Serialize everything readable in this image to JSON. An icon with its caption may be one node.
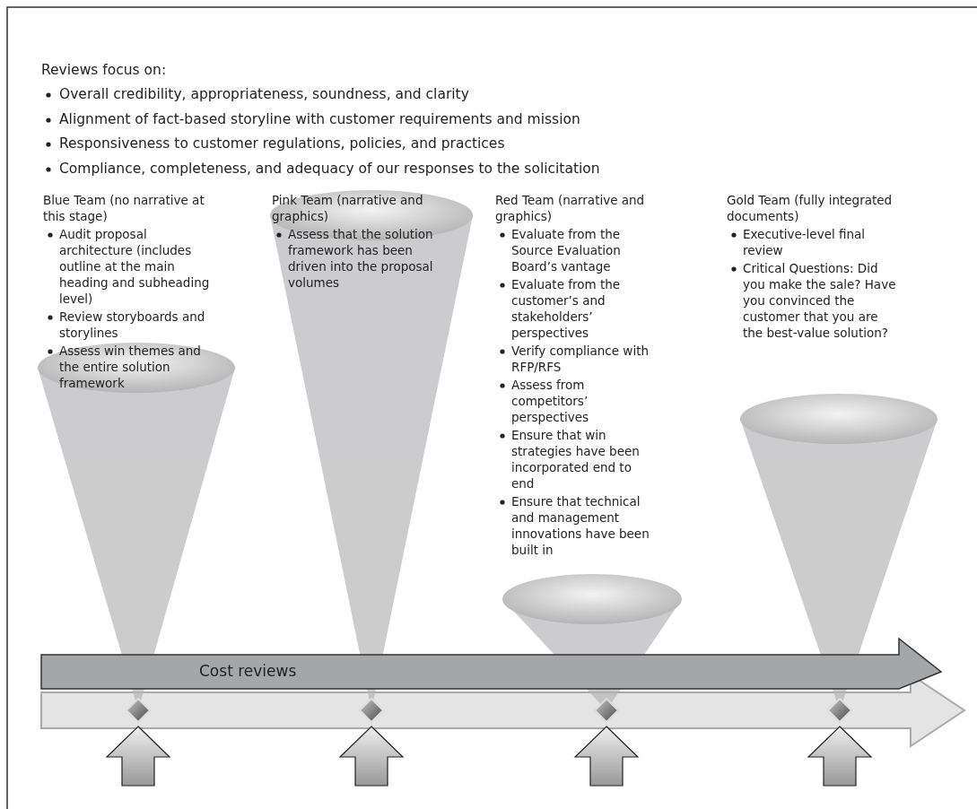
{
  "diagram": {
    "nodes": [
      {
        "text": [
          "Cost reviews"
        ]
      }
    ],
    "labels": [
      "Reviews focus on:",
      "Overall credibility, appropriateness, soundness, and clarity",
      "Alignment of fact-based storyline with customer requirements and mission",
      "Responsiveness to customer regulations, policies, and practices",
      "Compliance, completeness, and adequacy of our responses to the solicitation",
      "Blue Team (no narrative at this stage)",
      "Audit proposal architecture (includes outline at the main heading and subheading level)",
      "Review storyboards and storylines",
      "Assess win themes and the entire solution framework",
      "Pink Team (narrative and graphics)",
      "Assess that the solution framework has been driven into the proposal volumes",
      "Red Team (narrative and graphics)",
      "Evaluate from the Source Evaluation Board’s vantage",
      "Evaluate from the customer’s and stakeholders’ perspectives",
      "Verify compliance with RFP/RFS",
      "Assess from competitors’ perspectives",
      "Ensure that win strategies have been incorporated end to end",
      "Ensure that technical and management innovations have been built in",
      "Gold Team (fully integrated documents)",
      "Executive-level final review",
      "Critical Questions: Did you make the sale? Have you convinced the customer that you are the best-value solution?"
    ]
  }
}
